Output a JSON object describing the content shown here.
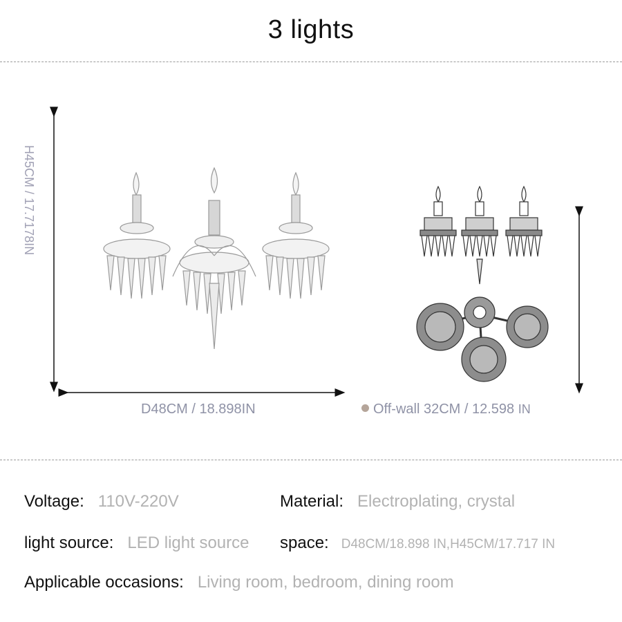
{
  "title": "3 lights",
  "dimensions": {
    "height_label": "H45CM / 17.7178IN",
    "width_label": "D48CM / 18.898IN",
    "offwall_label": "Off-wall 32CM / 12.598",
    "offwall_unit": "IN"
  },
  "specs": {
    "voltage": {
      "key": "Voltage:",
      "value": "110V-220V"
    },
    "material": {
      "key": "Material:",
      "value": "Electroplating, crystal"
    },
    "light_source": {
      "key": "light source:",
      "value": "LED light source"
    },
    "space": {
      "key": "space:",
      "value": "D48CM/18.898 IN,H45CM/17.717 IN"
    },
    "occasions": {
      "key": "Applicable occasions:",
      "value": "Living room, bedroom, dining room"
    }
  },
  "colors": {
    "label_gray": "#8f92a6",
    "value_gray": "#b2b2b2",
    "dot": "#b5a59a"
  }
}
